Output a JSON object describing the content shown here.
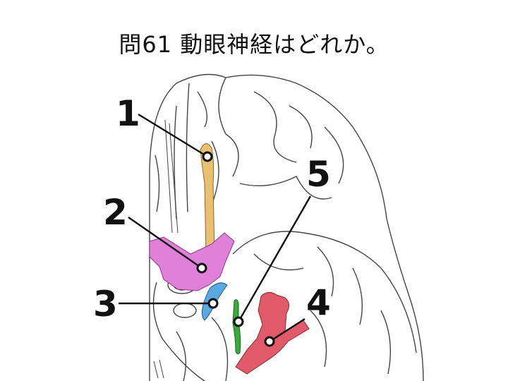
{
  "title": "問61 動眼神経はどれか。",
  "labels": [
    {
      "id": 1,
      "text": "1"
    },
    {
      "id": 2,
      "text": "2"
    },
    {
      "id": 3,
      "text": "3"
    },
    {
      "id": 4,
      "text": "4"
    },
    {
      "id": 5,
      "text": "5"
    }
  ],
  "structure_colors": {
    "olfactory": "#e8c070",
    "chiasm": "#e080d8",
    "oculomotor": "#5aa8e0",
    "trochlear": "#3aaa3a",
    "trigeminal": "#e05a6a"
  }
}
